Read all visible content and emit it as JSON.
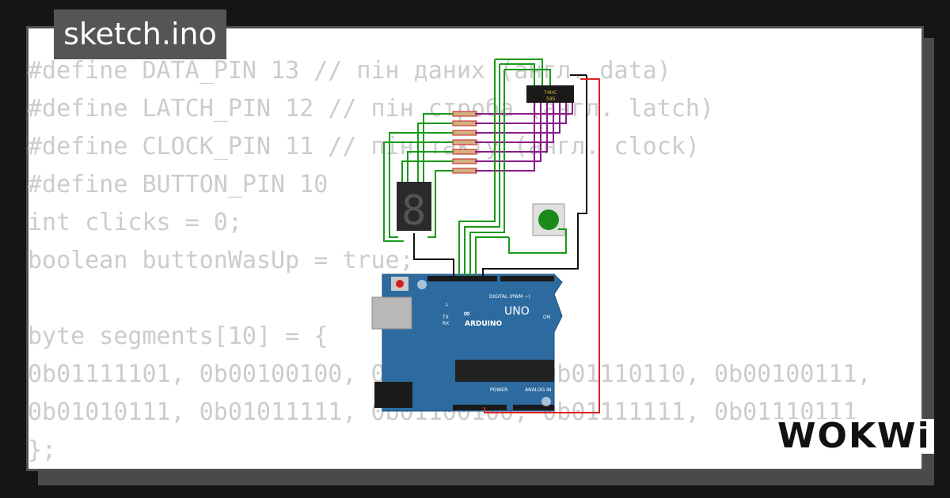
{
  "file_tab": {
    "label": "sketch.ino"
  },
  "code_lines": [
    "#define DATA_PIN 13 // пін даних (англ. data)",
    "#define LATCH_PIN 12 // пін строба (англ. latch)",
    "#define CLOCK_PIN 11 // пін такту (англ. clock)",
    "#define BUTTON_PIN 10",
    "int clicks = 0;",
    "boolean buttonWasUp = true;",
    "",
    "byte segments[10] = {",
    "0b01111101, 0b00100100, 0b01111010, 0b01110110, 0b00100111,",
    "0b01010111, 0b01011111, 0b01100100, 0b01111111, 0b01110111",
    "};"
  ],
  "components": {
    "shift_register": {
      "line1": "74HC",
      "line2": "595"
    },
    "arduino": {
      "board_label": "UNO",
      "brand": "ARDUINO",
      "digital_label": "DIGITAL (PWM ~)",
      "power_label": "POWER",
      "analog_label": "ANALOG IN",
      "on_label": "ON",
      "l_label": "L",
      "tx_label": "TX",
      "rx_label": "RX"
    },
    "seven_segment": {
      "digit": "8"
    },
    "button": {
      "color": "#1a8a1a"
    }
  },
  "colors": {
    "wire_green": "#1a9a1a",
    "wire_purple": "#8a1a8a",
    "wire_black": "#111111",
    "wire_red": "#e02020",
    "arduino_blue": "#2c6aa0",
    "code_text": "#cccccc"
  },
  "brand": {
    "logo_text": "WOKWi"
  }
}
